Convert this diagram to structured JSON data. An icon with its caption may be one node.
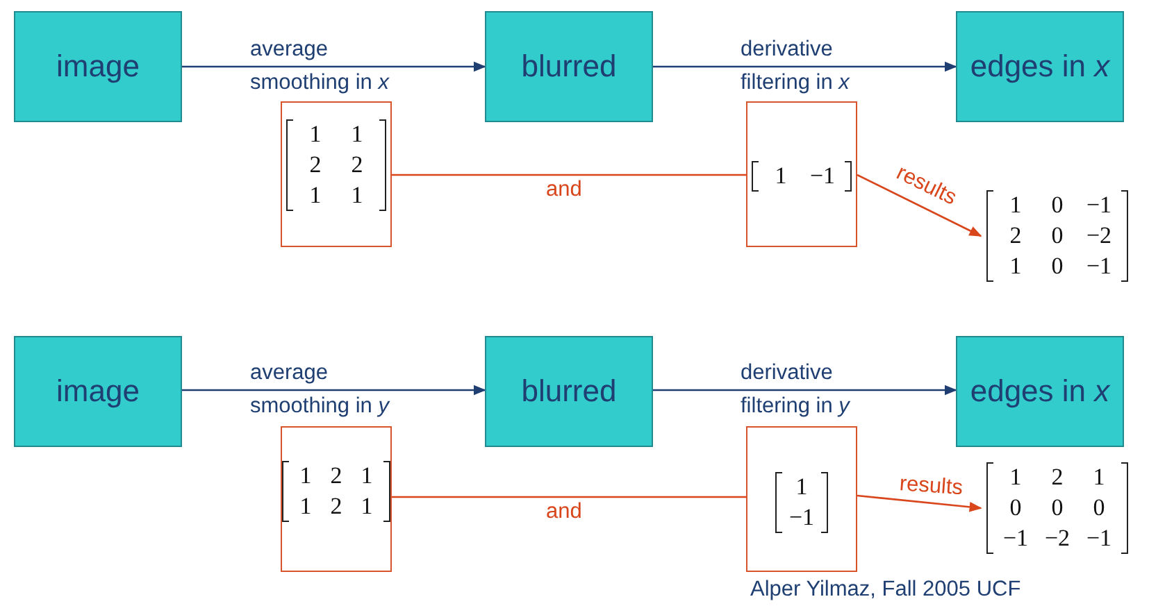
{
  "diagram": {
    "nodes": [
      {
        "text": [
          "image"
        ]
      },
      {
        "text": [
          "blurred"
        ]
      },
      {
        "text": [
          "edges in *x*"
        ]
      },
      {
        "text": [
          "1 1",
          "2 2",
          "1 1"
        ]
      },
      {
        "text": [
          "1 −1"
        ]
      },
      {
        "text": [
          "1 0 −1",
          "2 0 −2",
          "1 0 −1"
        ]
      },
      {
        "text": [
          "image"
        ]
      },
      {
        "text": [
          "blurred"
        ]
      },
      {
        "text": [
          "edges in *x*"
        ]
      },
      {
        "text": [
          "1 2 1",
          "1 2 1"
        ]
      },
      {
        "text": [
          "1",
          "−1"
        ]
      },
      {
        "text": [
          "1 2 1",
          "0 0 0",
          "−1 −2 −1"
        ]
      }
    ],
    "edges": [
      {
        "from": 0,
        "to": 1,
        "arrow": "to",
        "label": "average smoothing in *x*",
        "color": "#1f3f73"
      },
      {
        "from": 1,
        "to": 2,
        "arrow": "to",
        "label": "derivative filtering in *x*",
        "color": "#1f3f73"
      },
      {
        "from": 3,
        "to": 4,
        "arrow": "none",
        "label": "and",
        "color": "#d9461c"
      },
      {
        "from": 4,
        "to": 5,
        "arrow": "to",
        "label": "results",
        "color": "#d9461c"
      },
      {
        "from": 6,
        "to": 7,
        "arrow": "to",
        "label": "average smoothing in *y*",
        "color": "#1f3f73"
      },
      {
        "from": 7,
        "to": 8,
        "arrow": "to",
        "label": "derivative filtering in *y*",
        "color": "#1f3f73"
      },
      {
        "from": 9,
        "to": 10,
        "arrow": "none",
        "label": "and",
        "color": "#d9461c"
      },
      {
        "from": 10,
        "to": 11,
        "arrow": "to",
        "label": "results",
        "color": "#d9461c"
      }
    ],
    "labels": [
      "Alper Yilmaz, Fall 2005 UCF"
    ]
  }
}
